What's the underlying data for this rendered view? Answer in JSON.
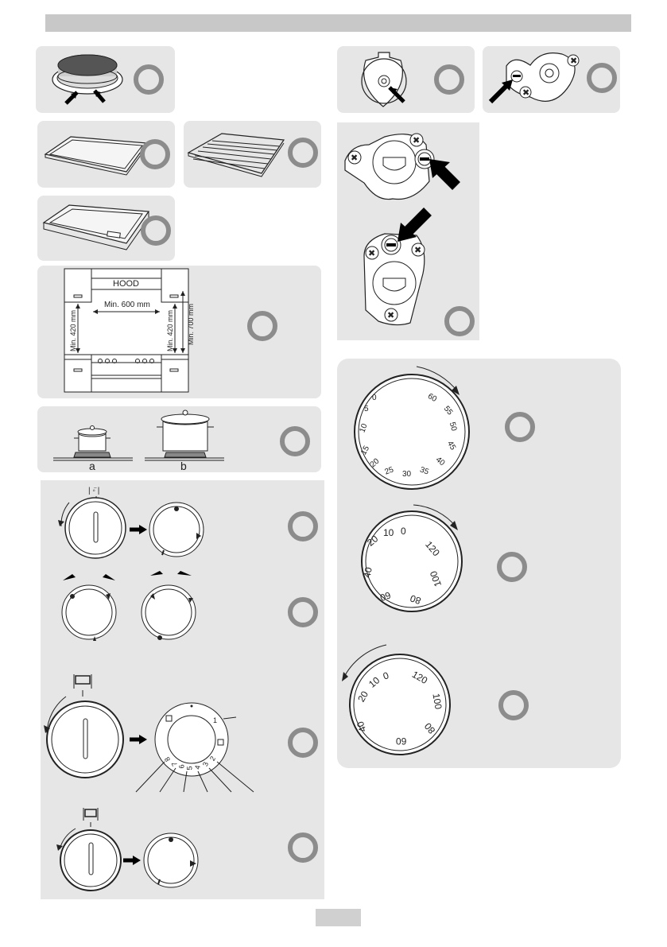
{
  "hood_diagram": {
    "hood_label": "HOOD",
    "width_label": "Min. 600 mm",
    "left_height_label": "Min. 420 mm",
    "right_height_label": "Min. 420 mm",
    "far_right_height_label": "Min. 700 mm"
  },
  "pots_diagram": {
    "label_a": "a",
    "label_b": "b"
  },
  "timer_dial": {
    "numbers": [
      "0",
      "5",
      "10",
      "15",
      "20",
      "25",
      "30",
      "35",
      "40",
      "45",
      "50",
      "55",
      "60"
    ]
  },
  "temp_dial_1": {
    "numbers": [
      "0",
      "10",
      "20",
      "40",
      "60",
      "80",
      "100",
      "120"
    ]
  },
  "temp_dial_2": {
    "numbers": [
      "0",
      "10",
      "20",
      "40",
      "60",
      "80",
      "100",
      "120"
    ]
  },
  "selector_dial": {
    "numbers": [
      "1",
      "2",
      "3",
      "4",
      "5",
      "6",
      "7",
      "8"
    ]
  },
  "colors": {
    "panel_bg": "#e6e6e6",
    "badge_ring": "#8c8c8c",
    "top_bar": "#c8c8c8"
  }
}
